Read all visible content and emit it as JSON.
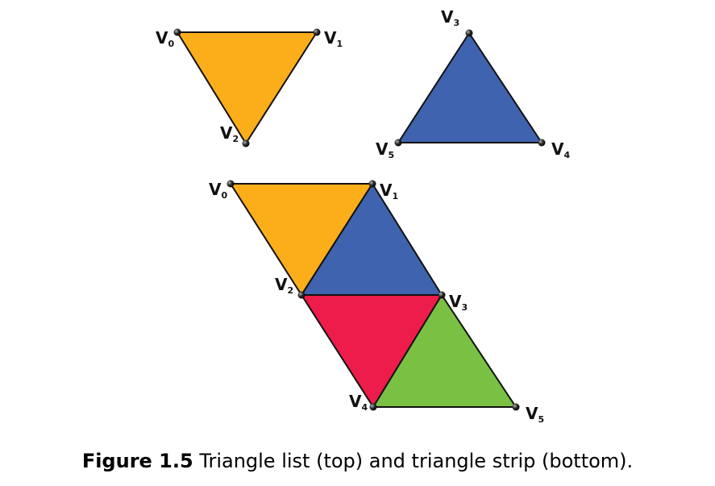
{
  "colors": {
    "orange": "#FBAE1A",
    "blue": "#3F63AE",
    "red": "#ED1C4A",
    "green": "#7AC143",
    "edge": "#111111"
  },
  "labels": {
    "v0": "V",
    "v0_sub": "0",
    "v1": "V",
    "v1_sub": "1",
    "v2": "V",
    "v2_sub": "2",
    "v3": "V",
    "v3_sub": "3",
    "v4": "V",
    "v4_sub": "4",
    "v5": "V",
    "v5_sub": "5"
  },
  "caption": {
    "figure": "Figure 1.5",
    "text": " Triangle list (top) and triangle strip (bottom)."
  }
}
